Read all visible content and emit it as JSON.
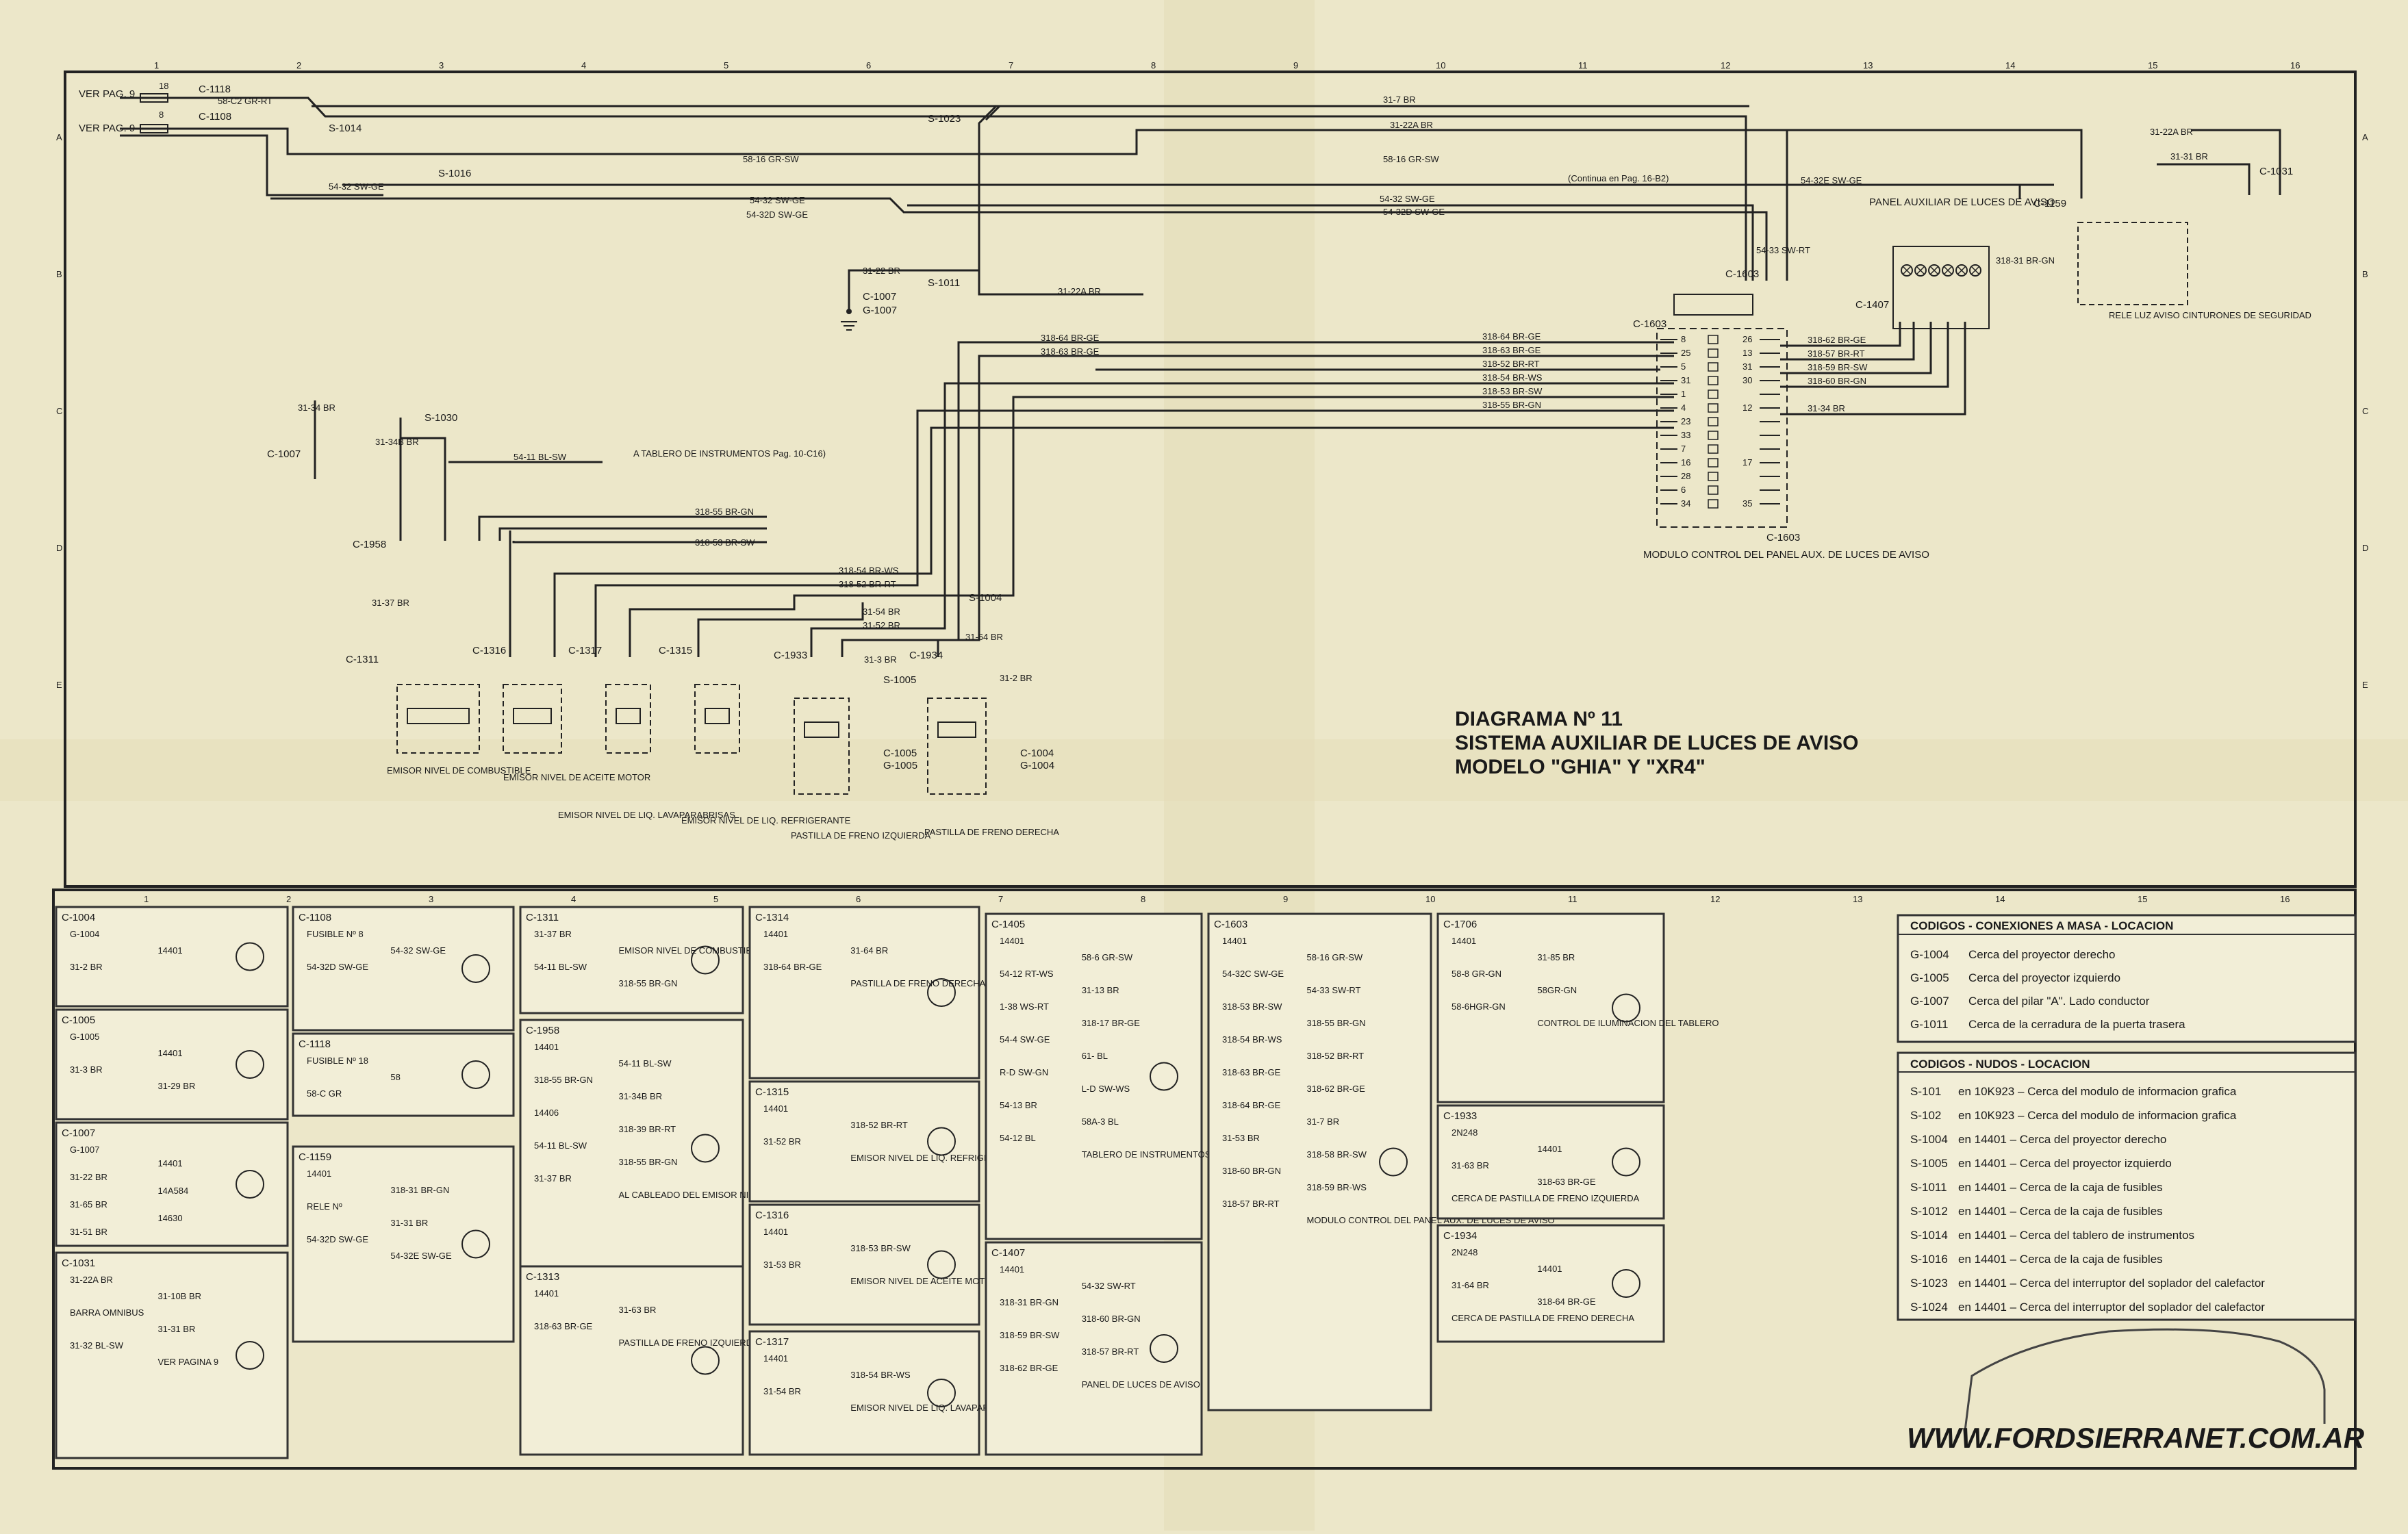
{
  "colors": {
    "paper": "#ece7c9",
    "ink": "#1a1a1a",
    "panel": "#f2eed7"
  },
  "grid": [
    "1",
    "2",
    "3",
    "4",
    "5",
    "6",
    "7",
    "8",
    "9",
    "10",
    "11",
    "12",
    "13",
    "14",
    "15",
    "16"
  ],
  "rows": [
    "A",
    "B",
    "C",
    "D",
    "E"
  ],
  "title": {
    "line1": "DIAGRAMA Nº 11",
    "line2": "SISTEMA AUXILIAR DE LUCES DE AVISO",
    "line3": "MODELO \"GHIA\" Y \"XR4\""
  },
  "top": {
    "ver_pag": "VER PAG. 9",
    "connectors": [
      "C-1118",
      "C-1108",
      "C-1603",
      "C-1007",
      "C-1958",
      "C-1311",
      "C-1316",
      "C-1317",
      "C-1315",
      "C-1933",
      "C-1934",
      "C-1005",
      "C-1004",
      "C-1407",
      "C-1159",
      "C-1031"
    ],
    "fuses": [
      "18",
      "8"
    ],
    "splices": [
      "S-1014",
      "S-1016",
      "S-1023",
      "S-1011",
      "S-1030",
      "S-1004",
      "S-1005"
    ],
    "grounds": [
      "G-1007",
      "G-1005",
      "G-1004"
    ],
    "wires": [
      "58-C2 GR-RT",
      "31-7 BR",
      "31-22A BR",
      "58-16 GR-SW",
      "54-32 SW-GE",
      "54-32D SW-GE",
      "31-22 BR",
      "31-22A BR",
      "31-31 BR",
      "54-32E SW-GE",
      "54-33 SW-RT",
      "318-64 BR-GE",
      "318-63 BR-GE",
      "318-52 BR-RT",
      "318-54 BR-WS",
      "318-53 BR-SW",
      "318-55 BR-GN",
      "318-62 BR-GE",
      "318-57 BR-RT",
      "318-59 BR-SW",
      "318-60 BR-GN",
      "31-34 BR",
      "31-34B BR",
      "54-11 BL-SW",
      "31-37 BR",
      "31-54 BR",
      "31-52 BR",
      "31-64 BR",
      "31-3 BR",
      "31-2 BR",
      "318-31 BR-GN"
    ],
    "continua": "(Continua en Pag. 16-B2)",
    "tablero_note": "A TABLERO DE INSTRUMENTOS  Pag. 10-C16)",
    "modulo": "MODULO CONTROL DEL PANEL AUX. DE LUCES DE AVISO",
    "panel": "PANEL AUXILIAR DE LUCES DE AVISO",
    "rele": "RELE LUZ AVISO CINTURONES DE SEGURIDAD",
    "components": [
      "EMISOR NIVEL DE COMBUSTIBLE",
      "EMISOR NIVEL DE ACEITE MOTOR",
      "EMISOR NIVEL DE LIQ. LAVAPARABRISAS",
      "EMISOR NIVEL DE LIQ. REFRIGERANTE",
      "PASTILLA DE FRENO IZQUIERDA",
      "PASTILLA DE FRENO DERECHA"
    ],
    "pin_left": [
      "8",
      "25",
      "5",
      "31",
      "1",
      "4",
      "23",
      "33",
      "7",
      "16",
      "28",
      "6",
      "34"
    ],
    "pin_right": [
      "26",
      "13",
      "31",
      "30",
      "",
      "12",
      "",
      "",
      "",
      "17",
      "",
      "",
      "35"
    ]
  },
  "bottom": {
    "panels": [
      {
        "id": "C-1004",
        "lines": [
          "G-1004",
          "14401",
          "31-2 BR"
        ]
      },
      {
        "id": "C-1005",
        "lines": [
          "G-1005",
          "14401",
          "31-3 BR",
          "31-29 BR"
        ]
      },
      {
        "id": "C-1007",
        "lines": [
          "G-1007",
          "14401",
          "31-22 BR",
          "14A584",
          "31-65 BR",
          "14630",
          "31-51 BR"
        ]
      },
      {
        "id": "C-1031",
        "lines": [
          "31-22A BR",
          "31-10B BR",
          "BARRA OMNIBUS",
          "31-31 BR",
          "31-32 BL-SW",
          "VER PAGINA 9"
        ]
      },
      {
        "id": "C-1108",
        "lines": [
          "FUSIBLE Nº 8",
          "54-32 SW-GE",
          "54-32D SW-GE"
        ]
      },
      {
        "id": "C-1118",
        "lines": [
          "FUSIBLE Nº 18",
          "58",
          "58-C GR"
        ]
      },
      {
        "id": "C-1159",
        "lines": [
          "14401",
          "318-31 BR-GN",
          "RELE Nº",
          "31-31 BR",
          "54-32D SW-GE",
          "54-32E SW-GE"
        ]
      },
      {
        "id": "C-1311",
        "lines": [
          "31-37 BR",
          "EMISOR NIVEL DE COMBUSTIBLE",
          "54-11 BL-SW",
          "318-55 BR-GN"
        ]
      },
      {
        "id": "C-1958",
        "lines": [
          "14401",
          "54-11 BL-SW",
          "318-55 BR-GN",
          "31-34B BR",
          "14406",
          "318-39 BR-RT",
          "54-11 BL-SW",
          "318-55 BR-GN",
          "31-37 BR",
          "AL CABLEADO DEL EMISOR NIVEL DE COMBUSTIBLE"
        ]
      },
      {
        "id": "C-1313",
        "lines": [
          "14401",
          "31-63 BR",
          "318-63 BR-GE",
          "PASTILLA DE FRENO IZQUIERDA"
        ]
      },
      {
        "id": "C-1314",
        "lines": [
          "14401",
          "31-64 BR",
          "318-64 BR-GE",
          "PASTILLA DE FRENO DERECHA"
        ]
      },
      {
        "id": "C-1315",
        "lines": [
          "14401",
          "318-52 BR-RT",
          "31-52 BR",
          "EMISOR NIVEL DE LIQ. REFRIGERANTE"
        ]
      },
      {
        "id": "C-1316",
        "lines": [
          "14401",
          "318-53 BR-SW",
          "31-53 BR",
          "EMISOR NIVEL DE ACEITE MOTOR"
        ]
      },
      {
        "id": "C-1317",
        "lines": [
          "14401",
          "318-54 BR-WS",
          "31-54 BR",
          "EMISOR NIVEL DE LIQ. LAVAPARABRISAS"
        ]
      },
      {
        "id": "C-1405",
        "lines": [
          "14401",
          "58-6 GR-SW",
          "54-12 RT-WS",
          "31-13 BR",
          "1-38 WS-RT",
          "318-17 BR-GE",
          "54-4 SW-GE",
          "61- BL",
          "R-D SW-GN",
          "L-D SW-WS",
          "54-13 BR",
          "58A-3 BL",
          "54-12 BL",
          "TABLERO DE INSTRUMENTOS"
        ]
      },
      {
        "id": "C-1407",
        "lines": [
          "14401",
          "54-32 SW-RT",
          "318-31 BR-GN",
          "318-60 BR-GN",
          "318-59 BR-SW",
          "318-57 BR-RT",
          "318-62 BR-GE",
          "PANEL DE LUCES DE AVISO"
        ]
      },
      {
        "id": "C-1603",
        "lines": [
          "14401",
          "58-16 GR-SW",
          "54-32C SW-GE",
          "54-33 SW-RT",
          "318-53 BR-SW",
          "318-55 BR-GN",
          "318-54 BR-WS",
          "318-52 BR-RT",
          "318-63 BR-GE",
          "318-62 BR-GE",
          "318-64 BR-GE",
          "31-7 BR",
          "31-53 BR",
          "318-58 BR-SW",
          "318-60 BR-GN",
          "318-59 BR-WS",
          "318-57 BR-RT",
          "MODULO CONTROL DEL PANEL AUX. DE LUCES DE AVISO"
        ]
      },
      {
        "id": "C-1706",
        "lines": [
          "14401",
          "31-85 BR",
          "58-8 GR-GN",
          "58GR-GN",
          "58-6HGR-GN",
          "CONTROL DE ILUMINACION DEL TABLERO"
        ]
      },
      {
        "id": "C-1933",
        "lines": [
          "2N248",
          "14401",
          "31-63 BR",
          "318-63 BR-GE",
          "CERCA DE PASTILLA DE FRENO IZQUIERDA"
        ]
      },
      {
        "id": "C-1934",
        "lines": [
          "2N248",
          "14401",
          "31-64 BR",
          "318-64 BR-GE",
          "CERCA DE PASTILLA DE FRENO DERECHA"
        ]
      }
    ],
    "masa_title": "CODIGOS - CONEXIONES A MASA - LOCACION",
    "masa": [
      {
        "code": "G-1004",
        "desc": "Cerca del proyector derecho"
      },
      {
        "code": "G-1005",
        "desc": "Cerca del proyector izquierdo"
      },
      {
        "code": "G-1007",
        "desc": "Cerca del pilar \"A\". Lado conductor"
      },
      {
        "code": "G-1011",
        "desc": "Cerca de la cerradura de la puerta trasera"
      }
    ],
    "nudos_title": "CODIGOS - NUDOS - LOCACION",
    "nudos": [
      {
        "code": "S-101",
        "desc": "en 10K923 – Cerca del modulo de informacion grafica"
      },
      {
        "code": "S-102",
        "desc": "en 10K923 – Cerca del modulo de informacion grafica"
      },
      {
        "code": "S-1004",
        "desc": "en 14401 – Cerca del proyector derecho"
      },
      {
        "code": "S-1005",
        "desc": "en 14401 – Cerca del proyector izquierdo"
      },
      {
        "code": "S-1011",
        "desc": "en 14401 – Cerca de la caja de fusibles"
      },
      {
        "code": "S-1012",
        "desc": "en 14401 – Cerca de la caja de fusibles"
      },
      {
        "code": "S-1014",
        "desc": "en 14401 – Cerca del tablero de instrumentos"
      },
      {
        "code": "S-1016",
        "desc": "en 14401 – Cerca de la caja de fusibles"
      },
      {
        "code": "S-1023",
        "desc": "en 14401 – Cerca del interruptor del soplador del calefactor"
      },
      {
        "code": "S-1024",
        "desc": "en 14401 – Cerca del interruptor del soplador del calefactor"
      }
    ],
    "website": "WWW.FORDSIERRANET.COM.AR"
  }
}
